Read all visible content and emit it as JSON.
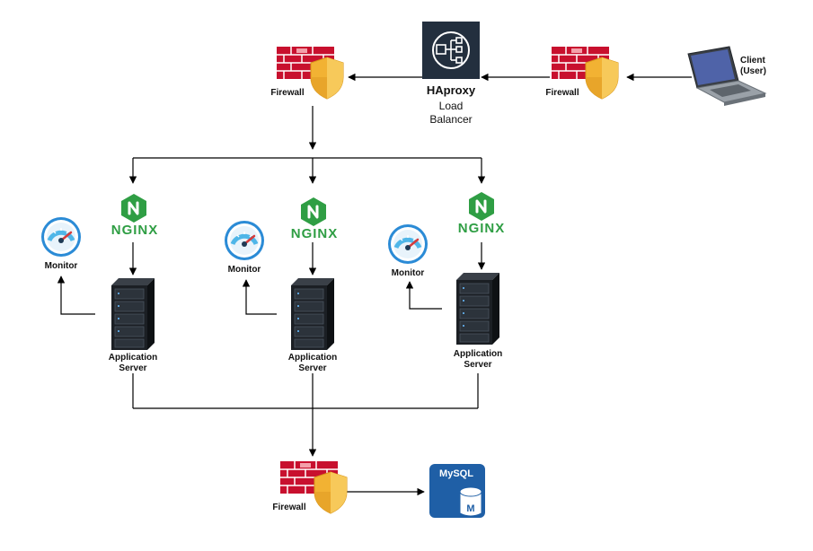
{
  "nodes": {
    "haproxy": {
      "title": "HAproxy",
      "subtitle_line1": "Load",
      "subtitle_line2": "Balancer"
    },
    "firewall_top_left": {
      "label": "Firewall"
    },
    "firewall_top_right": {
      "label": "Firewall"
    },
    "firewall_bottom": {
      "label": "Firewall"
    },
    "client": {
      "label_line1": "Client",
      "label_line2": "(User)"
    },
    "nginx_1": {
      "label": "NGINX"
    },
    "nginx_2": {
      "label": "NGINX"
    },
    "nginx_3": {
      "label": "NGINX"
    },
    "monitor_1": {
      "label": "Monitor"
    },
    "monitor_2": {
      "label": "Monitor"
    },
    "monitor_3": {
      "label": "Monitor"
    },
    "app_server_1": {
      "label_line1": "Application",
      "label_line2": "Server"
    },
    "app_server_2": {
      "label_line1": "Application",
      "label_line2": "Server"
    },
    "app_server_3": {
      "label_line1": "Application",
      "label_line2": "Server"
    },
    "mysql": {
      "label": "MySQL"
    }
  },
  "colors": {
    "firewall_brick": "#c8102e",
    "shield": "#f2b233",
    "haproxy_bg": "#232f3e",
    "nginx_green": "#2f9e44",
    "monitor_blue": "#2b8bd6",
    "server_dark": "#1b1f24",
    "mysql_blue": "#1f5fa6",
    "edge": "#000000"
  },
  "icons": [
    "firewall-icon",
    "shield-icon",
    "load-balancer-icon",
    "laptop-icon",
    "nginx-icon",
    "gauge-icon",
    "server-rack-icon",
    "database-icon"
  ]
}
